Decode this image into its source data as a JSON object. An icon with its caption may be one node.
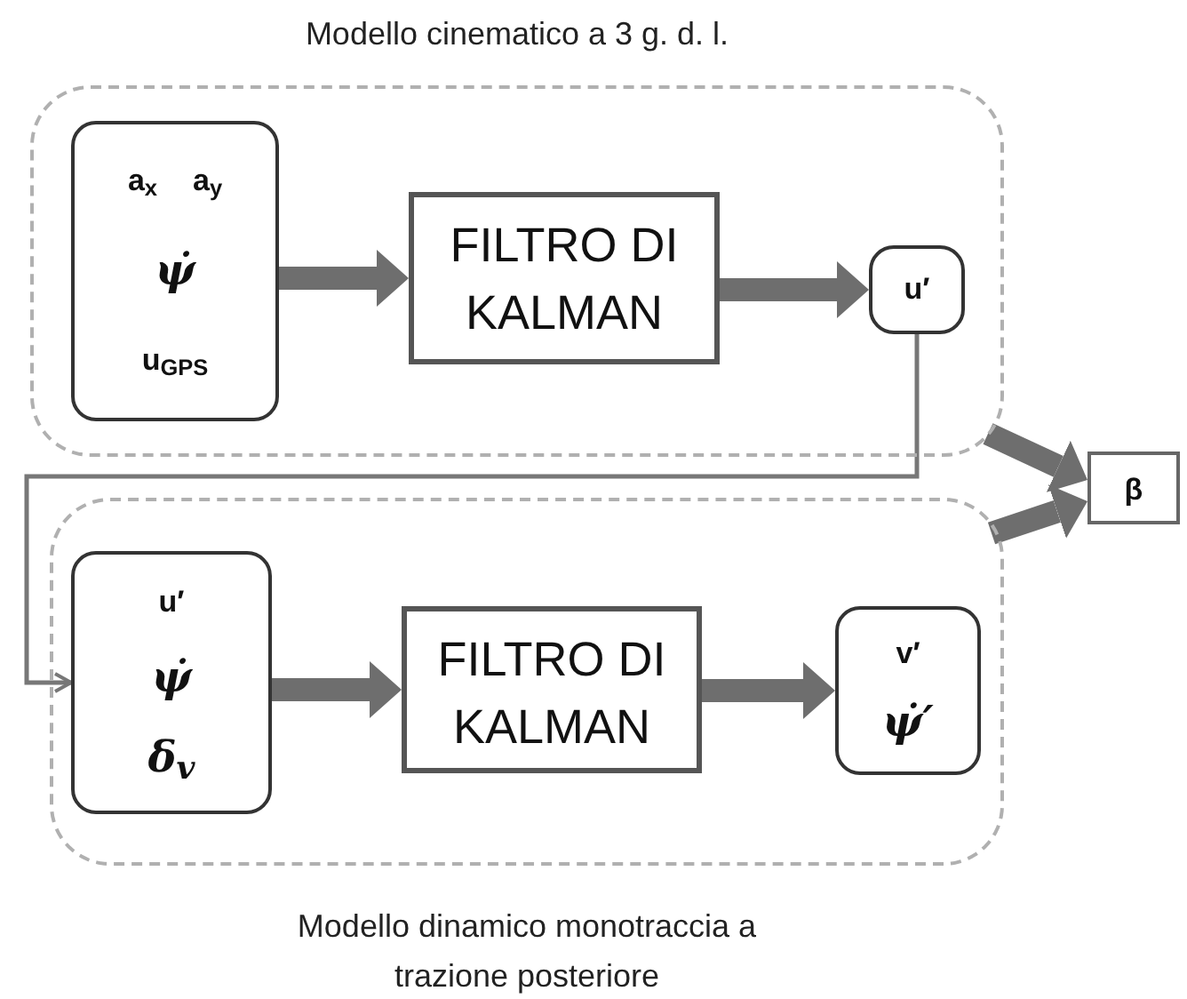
{
  "diagram": {
    "nodes": [
      {
        "text": [
          "Modello cinematico a 3 g. d. l."
        ]
      },
      {
        "text": [
          "a$_{x}$",
          "a$_{y}$",
          "ψ̇",
          "u$_{GPS}$"
        ],
        "in": 0
      },
      {
        "text": [
          "FILTRO DI KALMAN"
        ],
        "in": 0
      },
      {
        "text": [
          "u′"
        ],
        "in": 0
      },
      {
        "text": [
          "Modello dinamico monotraccia a trazione posteriore"
        ]
      },
      {
        "text": [
          "u′",
          "ψ̇",
          "δ$_{v}$"
        ],
        "in": 4
      },
      {
        "text": [
          "FILTRO DI KALMAN"
        ],
        "in": 4
      },
      {
        "text": [
          "v′",
          "ψ̇′"
        ],
        "in": 4
      },
      {
        "text": [
          "β"
        ]
      }
    ],
    "edges": [
      {
        "from": 1,
        "to": 2,
        "arrow": "to"
      },
      {
        "from": 2,
        "to": 3,
        "arrow": "to"
      },
      {
        "from": 3,
        "to": 5,
        "arrow": "to"
      },
      {
        "from": 0,
        "to": 8,
        "arrow": "to"
      },
      {
        "from": 5,
        "to": 6,
        "arrow": "to"
      },
      {
        "from": 6,
        "to": 7,
        "arrow": "to"
      },
      {
        "from": 4,
        "to": 8,
        "arrow": "to"
      }
    ]
  }
}
